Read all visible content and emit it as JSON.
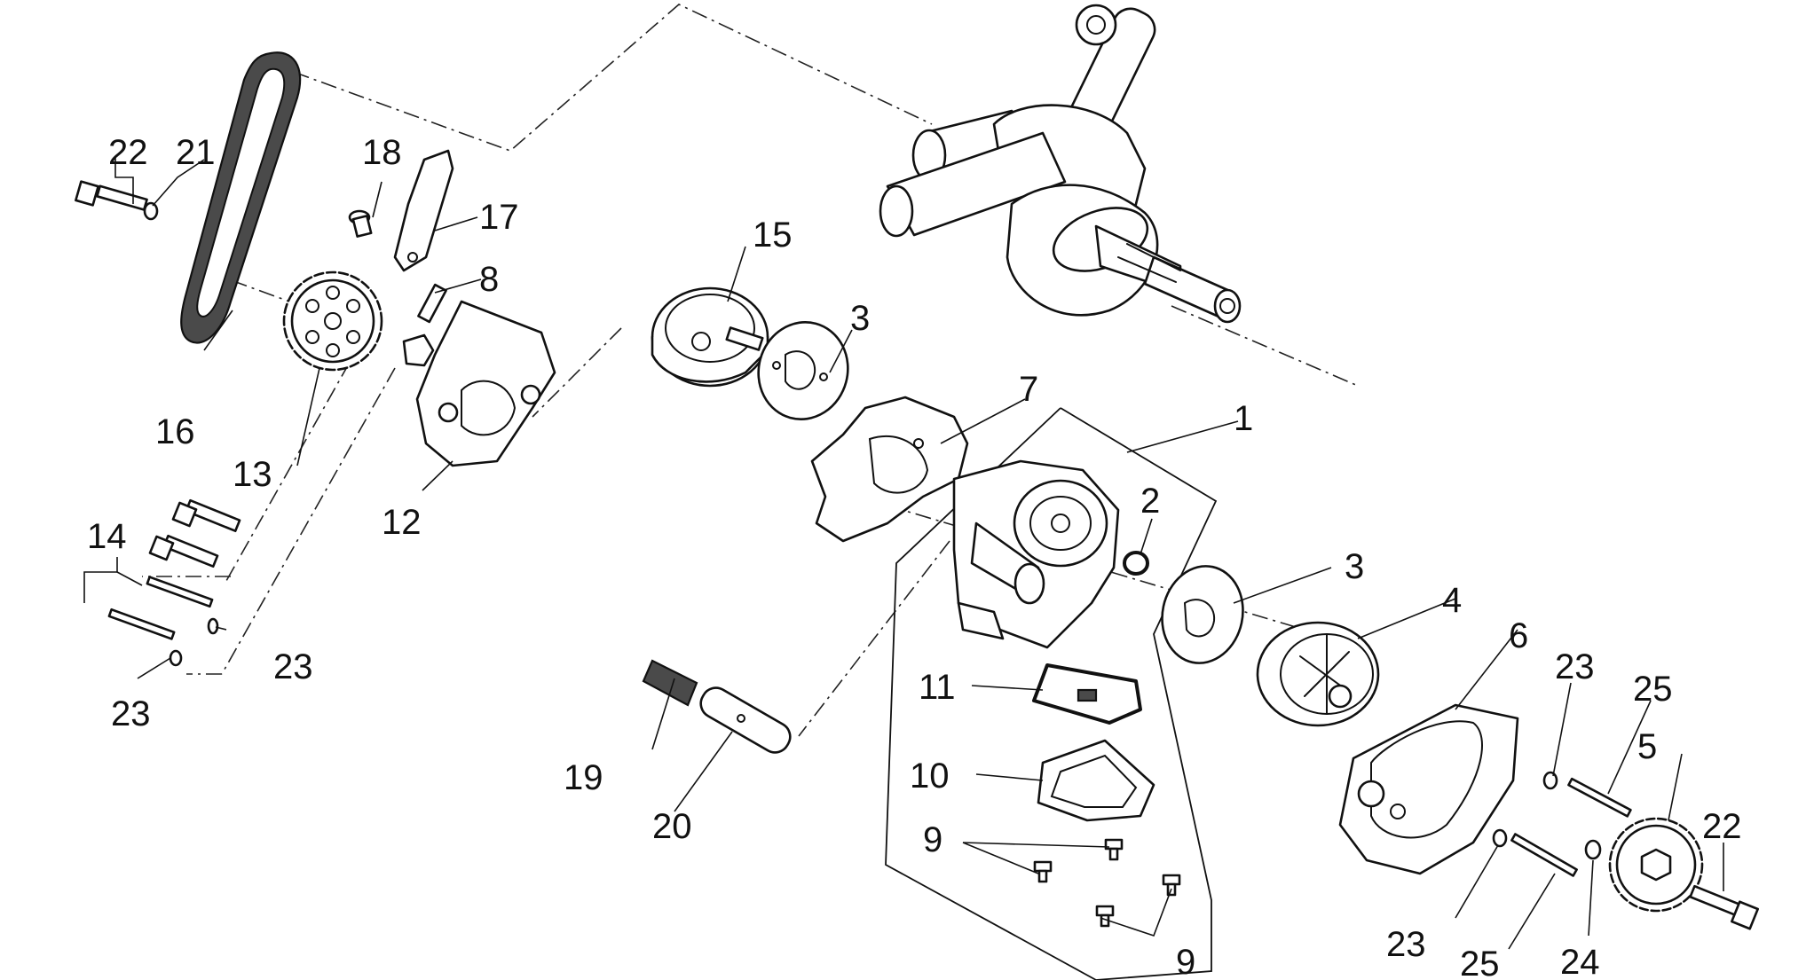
{
  "callouts": {
    "c1": "1",
    "c2": "2",
    "c3a": "3",
    "c3b": "3",
    "c4": "4",
    "c5": "5",
    "c6": "6",
    "c7": "7",
    "c8": "8",
    "c9a": "9",
    "c9b": "9",
    "c10": "10",
    "c11": "11",
    "c12": "12",
    "c13": "13",
    "c14": "14",
    "c15": "15",
    "c16": "16",
    "c17": "17",
    "c18": "18",
    "c19": "19",
    "c20": "20",
    "c21": "21",
    "c22a": "22",
    "c22b": "22",
    "c23a": "23",
    "c23b": "23",
    "c23c": "23",
    "c23d": "23",
    "c24": "24",
    "c25a": "25",
    "c25b": "25"
  }
}
